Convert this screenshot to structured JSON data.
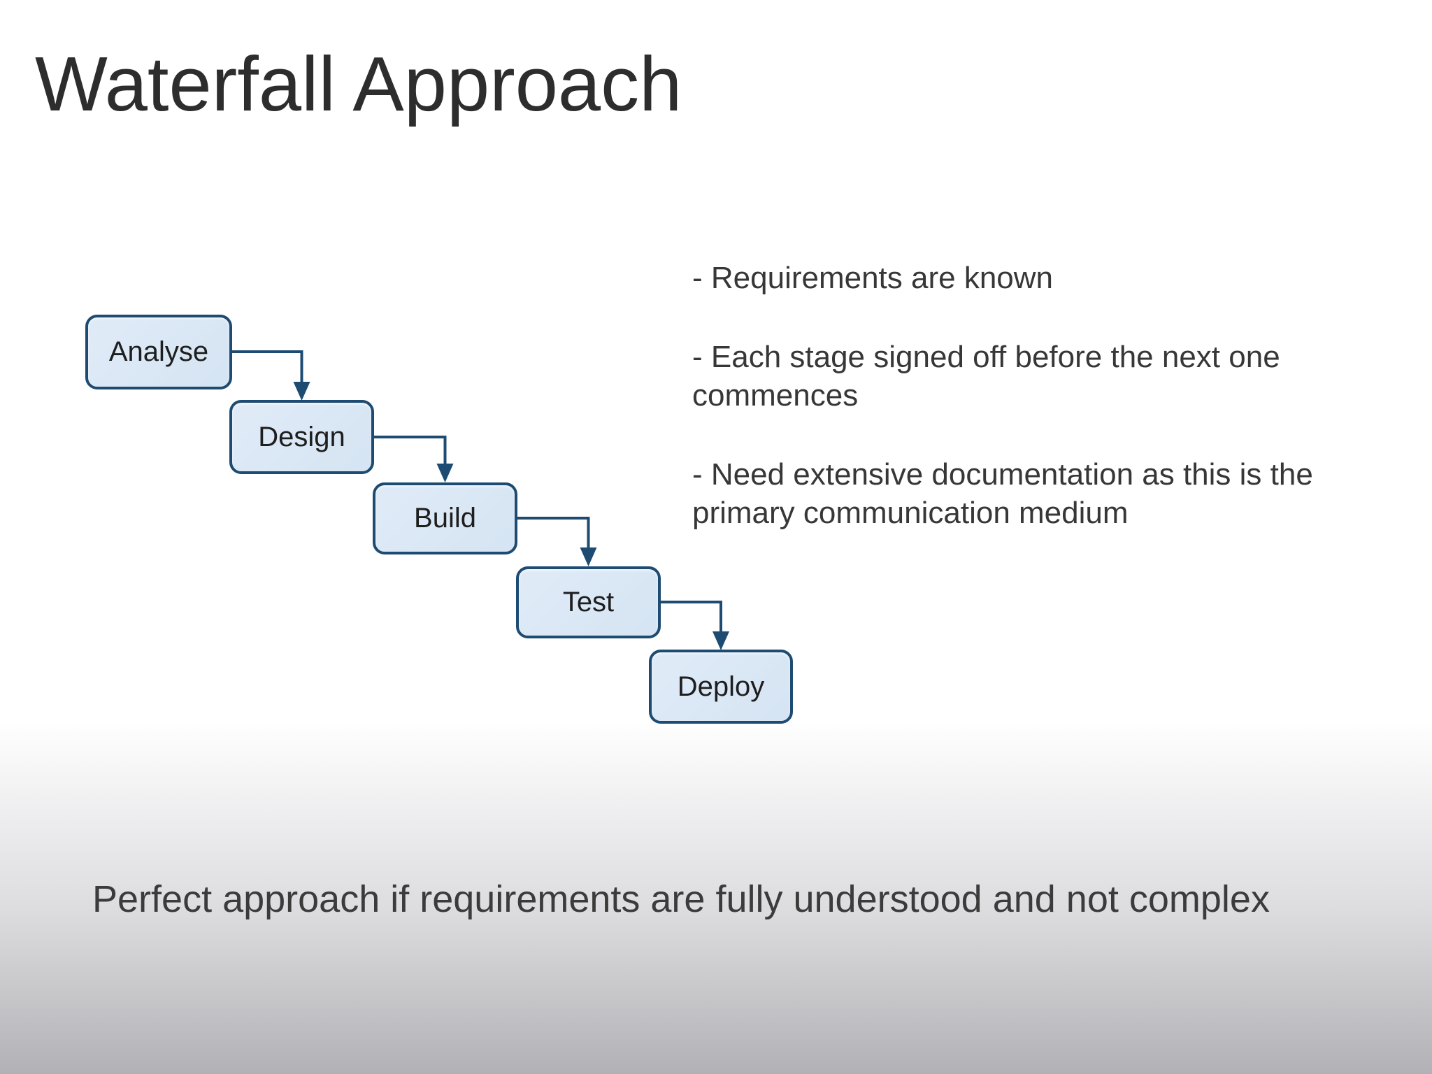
{
  "slide": {
    "title": "Waterfall Approach",
    "diagram": {
      "stages": [
        {
          "label": "Analyse"
        },
        {
          "label": "Design"
        },
        {
          "label": "Build"
        },
        {
          "label": "Test"
        },
        {
          "label": "Deploy"
        }
      ],
      "box_fill": "#d9e6f4",
      "box_border": "#1d4b72",
      "connector_color": "#1d4b72"
    },
    "bullets": [
      "- Requirements are known",
      "- Each stage signed off before the next one commences",
      "- Need extensive documentation as this is the primary communication medium"
    ],
    "footer": "Perfect approach if requirements are fully understood and not complex"
  }
}
